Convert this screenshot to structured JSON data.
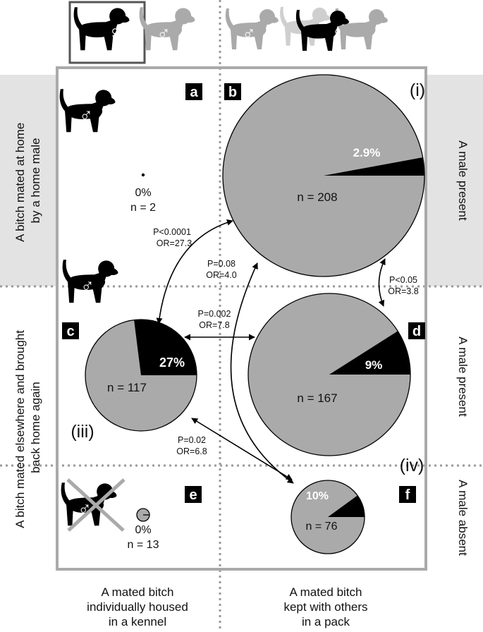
{
  "colors": {
    "gray": "#aaaaaa",
    "light_gray": "#bdbdbd",
    "band": "#e3e3e3",
    "black": "#000000",
    "frame": "#aaaaaa"
  },
  "icons": {
    "dog": "dog-silhouette-icon",
    "male": "male-symbol-icon",
    "female": "female-symbol-icon"
  },
  "symbols": {
    "male": "♂",
    "female": "♀"
  },
  "row_labels": {
    "left_top_l1": "A bitch mated at home",
    "left_top_l2": "by a home male",
    "left_bottom_l1": "A bitch mated elsewhere and brought",
    "left_bottom_l2": "back home again",
    "right_1": "A male present",
    "right_2": "A male present",
    "right_3": "A male absent"
  },
  "quadrants": {
    "i": "(i)",
    "iii": "(iii)",
    "iv": "(iv)"
  },
  "panels": {
    "a": {
      "letter": "a",
      "pct_text": "0%",
      "n_text": "n = 2"
    },
    "b": {
      "letter": "b",
      "pct_text": "2.9%",
      "n_text": "n = 208"
    },
    "c": {
      "letter": "c",
      "pct_text": "27%",
      "n_text": "n = 117"
    },
    "d": {
      "letter": "d",
      "pct_text": "9%",
      "n_text": "n = 167"
    },
    "e": {
      "letter": "e",
      "pct_text": "0%",
      "n_text": "n = 13"
    },
    "f": {
      "letter": "f",
      "pct_text": "10%",
      "n_text": "n = 76"
    }
  },
  "stats": {
    "ac_p": "P<0.0001",
    "ac_or": "OR=27.3",
    "bf_p": "P=0.08",
    "bf_or": "OR=4.0",
    "bd_p": "P<0.05",
    "bd_or": "OR=3.8",
    "cd_p": "P=0.002",
    "cd_or": "OR=7.8",
    "cf_p": "P=0.02",
    "cf_or": "OR=6.8"
  },
  "bottom": {
    "left": [
      "A mated bitch",
      "individually housed",
      "in a kennel"
    ],
    "right": [
      "A mated bitch",
      "kept with others",
      "in a pack"
    ]
  },
  "chart_data": {
    "type": "pie",
    "series": [
      {
        "panel": "a",
        "n": 2,
        "percent": 0
      },
      {
        "panel": "b",
        "n": 208,
        "percent": 2.9
      },
      {
        "panel": "c",
        "n": 117,
        "percent": 27
      },
      {
        "panel": "d",
        "n": 167,
        "percent": 9
      },
      {
        "panel": "e",
        "n": 13,
        "percent": 0
      },
      {
        "panel": "f",
        "n": 76,
        "percent": 10
      }
    ]
  }
}
